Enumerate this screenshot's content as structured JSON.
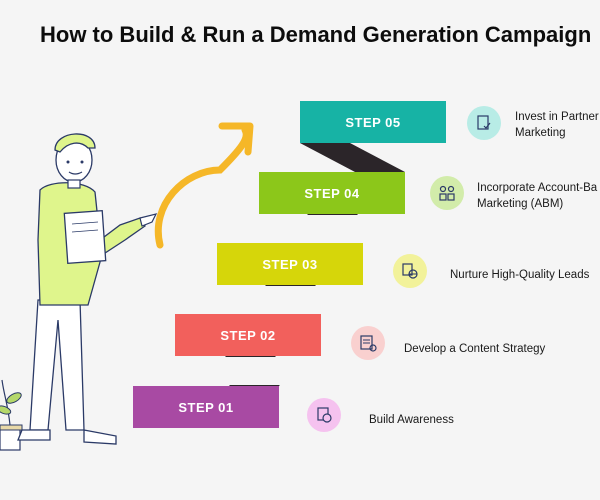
{
  "title": "How to Build & Run a Demand Generation Campaign",
  "steps": [
    {
      "label": "STEP 01",
      "text_line1": "Build Awareness",
      "text_line2": "",
      "color": "#a84aa3",
      "icon_bg": "#f5c2ef",
      "icon": "awareness-icon"
    },
    {
      "label": "STEP 02",
      "text_line1": "Develop a Content Strategy",
      "text_line2": "",
      "color": "#f2605c",
      "icon_bg": "#f9d0cf",
      "icon": "content-strategy-icon"
    },
    {
      "label": "STEP 03",
      "text_line1": "Nurture High-Quality Leads",
      "text_line2": "",
      "color": "#d6d60a",
      "icon_bg": "#f2f29a",
      "icon": "leads-globe-icon"
    },
    {
      "label": "STEP 04",
      "text_line1": "Incorporate Account-Ba",
      "text_line2": "Marketing (ABM)",
      "color": "#8cc71a",
      "icon_bg": "#d2ecaa",
      "icon": "abm-users-icon"
    },
    {
      "label": "STEP 05",
      "text_line1": "Invest in Partner",
      "text_line2": "Marketing",
      "color": "#17b3a5",
      "icon_bg": "#b8ece6",
      "icon": "partner-document-icon"
    }
  ],
  "colors": {
    "connector": "#2b2529",
    "arrow": "#f5b728",
    "shirt": "#dff58c",
    "outline": "#2b3a67"
  }
}
